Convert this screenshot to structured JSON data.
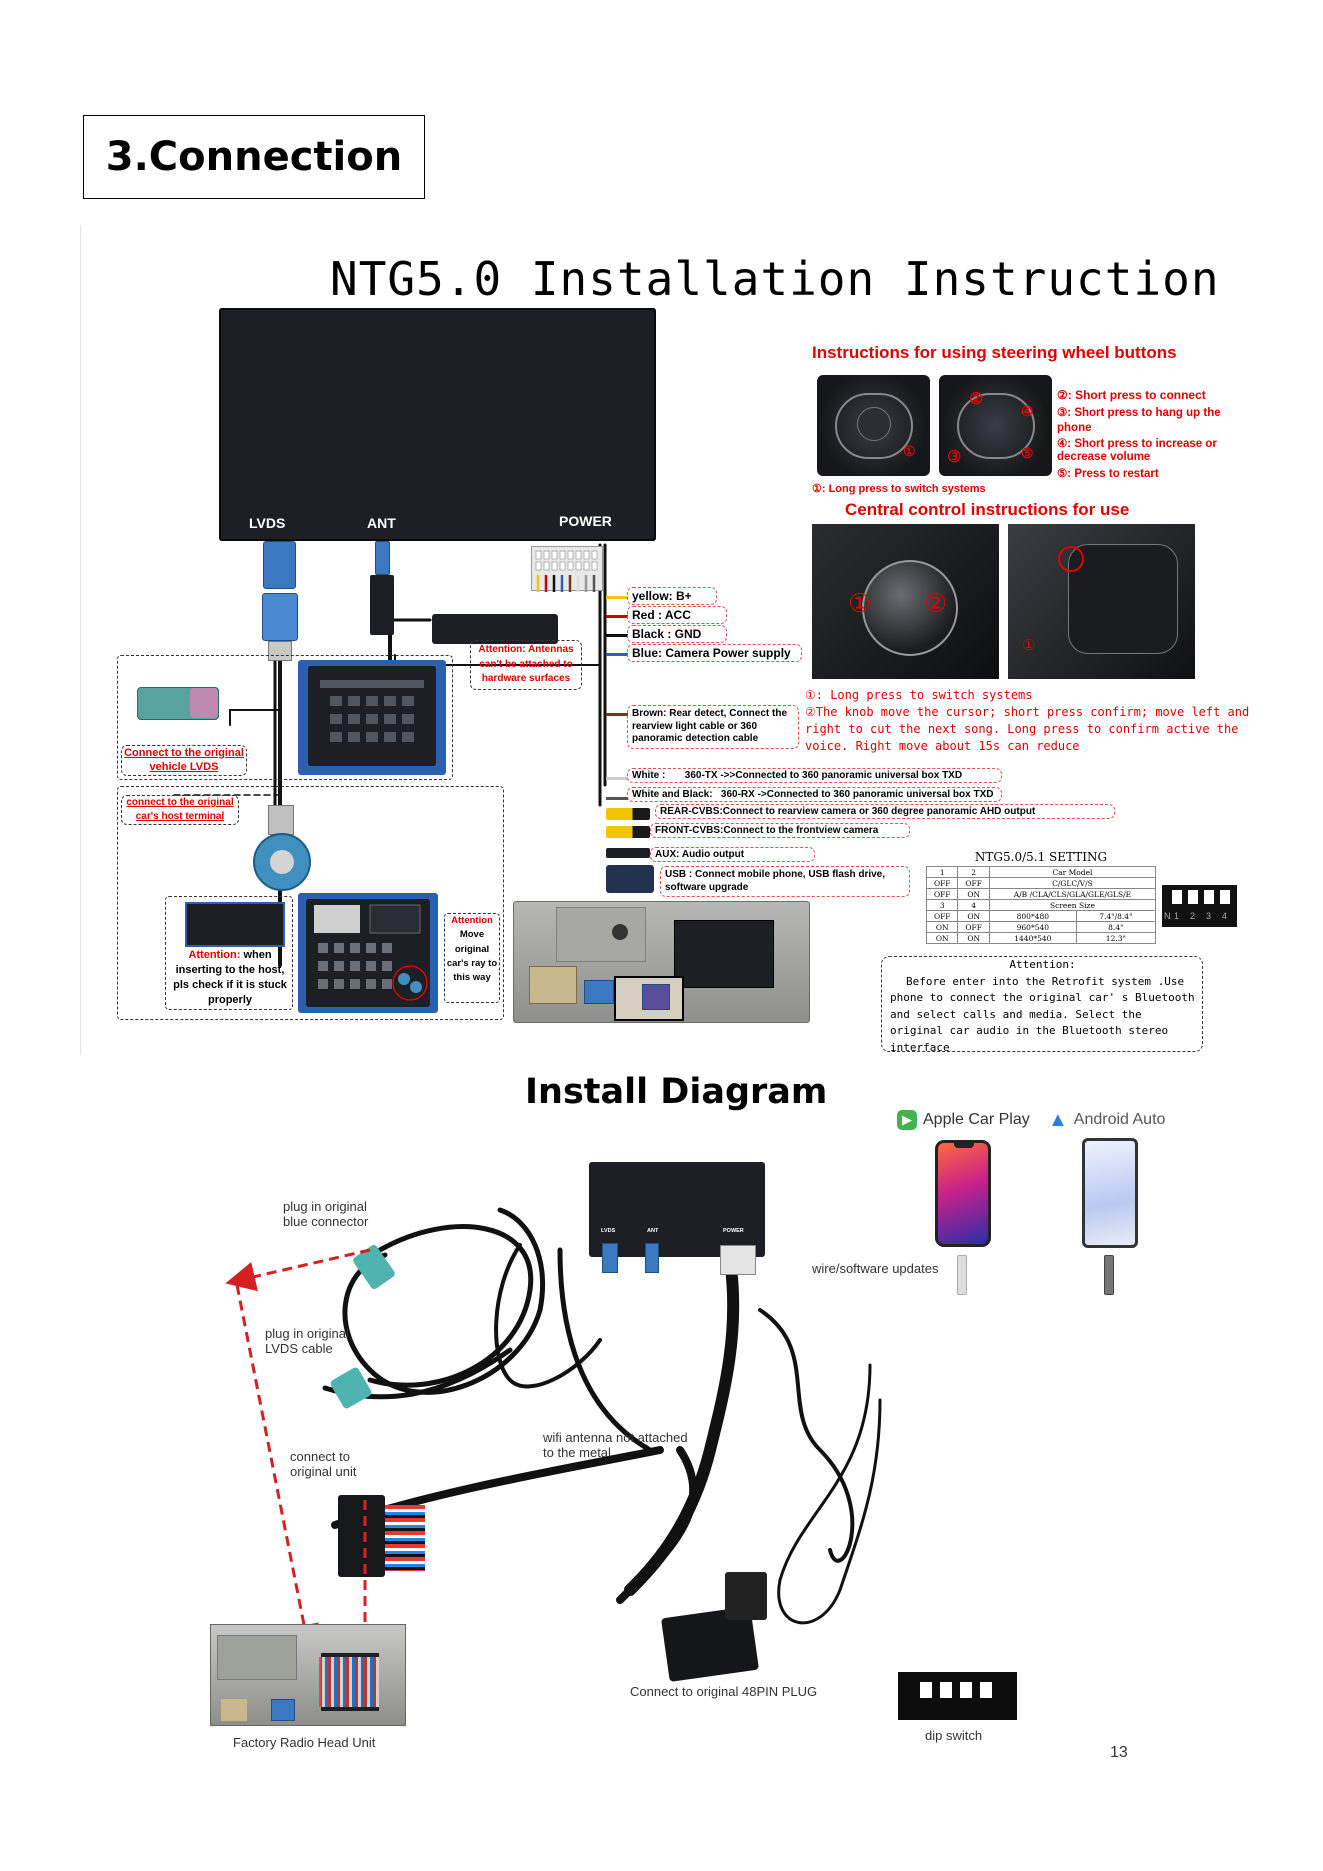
{
  "section_title": "3.Connection",
  "main_title": "NTG5.0 Installation Instruction",
  "box": {
    "lvds": "LVDS",
    "ant": "ANT",
    "power": "POWER"
  },
  "steering": {
    "heading": "Instructions for using steering wheel buttons",
    "items": [
      "②: Short press to connect",
      "③: Short press to hang up the phone",
      "④: Short press to increase or decrease volume",
      "⑤: Press to restart"
    ],
    "long_press": "①: Long press to switch systems",
    "markers": [
      "①",
      "②",
      "③",
      "④",
      "⑤"
    ]
  },
  "central": {
    "heading": "Central control instructions for use",
    "text_1": "①: Long press to switch systems",
    "text_2": "②The knob move the cursor; short press confirm; move left and right to cut the next song. Long press to confirm active the voice. Right move about 15s can reduce",
    "markers": [
      "①",
      "②"
    ]
  },
  "wires": {
    "yellow": "yellow: B+",
    "red": "Red : ACC",
    "black": "Black : GND",
    "blue": "Blue: Camera Power supply",
    "brown": "Brown: Rear detect, Connect the rearview light cable or 360 panoramic detection cable",
    "white": "White :       360-TX ->>Connected to 360 panoramic universal box TXD",
    "white_black": "White and Black:   360-RX ->Connected to 360 panoramic universal box TXD",
    "rear": "REAR-CVBS:Connect to rearview camera or 360 degree panoramic AHD output",
    "front": "FRONT-CVBS:Connect to the frontview camera",
    "aux": "AUX: Audio output",
    "usb": "USB : Connect mobile phone, USB flash drive, software upgrade"
  },
  "attention_ant": "Attention: Antennas can't be attached to hardware surfaces",
  "label_lvds": "Connect to the original vehicle LVDS",
  "label_host": "connect to the original car's host terminal",
  "attention_insert": {
    "title": "Attention:",
    "body": "when inserting to the host, pls check if it is stuck properly"
  },
  "attention_move": {
    "title": "Attention",
    "body": "Move original car's ray to this way"
  },
  "setting": {
    "title": "NTG5.0/5.1 SETTING",
    "header": [
      "1",
      "2",
      "Car Model"
    ],
    "rows": [
      [
        "OFF",
        "OFF",
        "C/GLC/V/S"
      ],
      [
        "OFF",
        "ON",
        "A/B /CLA/CLS/GLA/GLE/GLS/E"
      ]
    ],
    "header2": [
      "3",
      "4",
      "Screen Size"
    ],
    "rows2": [
      [
        "OFF",
        "ON",
        "800*480",
        "7.4\"/8.4\""
      ],
      [
        "ON",
        "OFF",
        "960*540",
        "8.4\""
      ],
      [
        "ON",
        "ON",
        "1440*540",
        "12.3\""
      ]
    ],
    "dip_numbers": [
      "1",
      "2",
      "3",
      "4"
    ],
    "dip_on": "N"
  },
  "attention_note": {
    "title": "Attention:",
    "body": "Before enter into the Retrofit system .Use phone to connect the original car' s Bluetooth and select calls and media. Select the original car audio in the Bluetooth stereo interface"
  },
  "install": {
    "title": "Install Diagram",
    "apple": "Apple Car Play",
    "android": "Android Auto",
    "blue_connector": "plug in original blue connector",
    "lvds_cable": "plug in original LVDS cable",
    "orig_unit": "connect to original unit",
    "wifi": "wifi antenna not attached to the metal",
    "updates": "wire/software updates",
    "plug48": "Connect to original 48PIN PLUG",
    "dip": "dip switch",
    "factory": "Factory Radio Head Unit",
    "box_lvds": "LVDS",
    "box_ant": "ANT",
    "box_power": "POWER"
  },
  "page_number": "13"
}
